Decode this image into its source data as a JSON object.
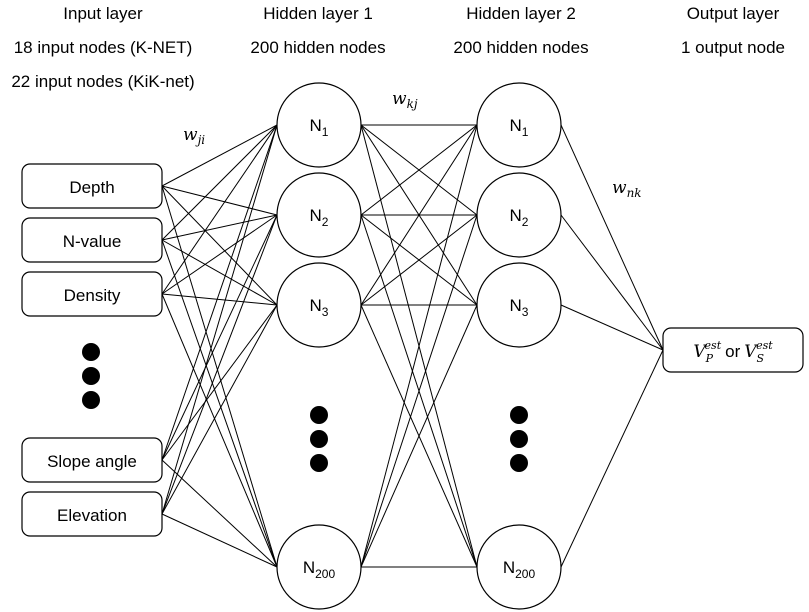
{
  "headers": {
    "input": {
      "title": "Input layer",
      "lines": [
        "18 input nodes (K-NET)",
        "22 input nodes (KiK-net)"
      ]
    },
    "hidden1": {
      "title": "Hidden layer 1",
      "lines": [
        "200 hidden nodes"
      ]
    },
    "hidden2": {
      "title": "Hidden layer 2",
      "lines": [
        "200 hidden nodes"
      ]
    },
    "output": {
      "title": "Output layer",
      "lines": [
        "1 output node"
      ]
    }
  },
  "inputs_top": [
    "Depth",
    "N-value",
    "Density"
  ],
  "inputs_bottom": [
    "Slope angle",
    "Elevation"
  ],
  "hidden1_nodes": [
    {
      "base": "N",
      "sub": "1"
    },
    {
      "base": "N",
      "sub": "2"
    },
    {
      "base": "N",
      "sub": "3"
    },
    {
      "base": "N",
      "sub": "200"
    }
  ],
  "hidden2_nodes": [
    {
      "base": "N",
      "sub": "1"
    },
    {
      "base": "N",
      "sub": "2"
    },
    {
      "base": "N",
      "sub": "3"
    },
    {
      "base": "N",
      "sub": "200"
    }
  ],
  "weights": {
    "ji": {
      "base": "w",
      "sub": "ji"
    },
    "kj": {
      "base": "w",
      "sub": "kj"
    },
    "nk": {
      "base": "w",
      "sub": "nk"
    }
  },
  "output": {
    "vp": {
      "base": "V",
      "sub": "P",
      "sup": "est"
    },
    "connector": "or",
    "vs": {
      "base": "V",
      "sub": "S",
      "sup": "est"
    }
  },
  "colors": {
    "stroke": "#000000",
    "background": "#ffffff"
  }
}
